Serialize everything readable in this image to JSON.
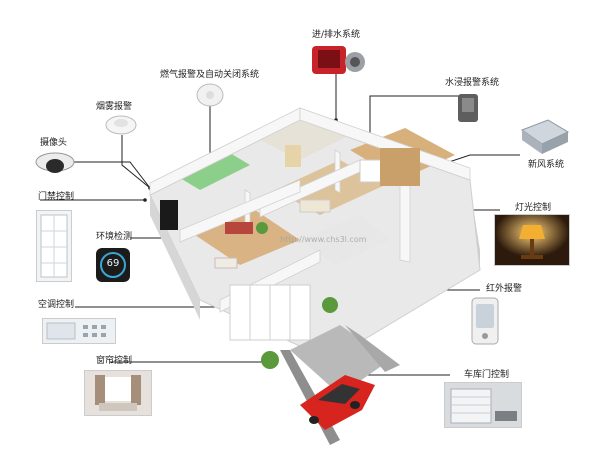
{
  "watermark": "http://www.chs3l.com",
  "labels": {
    "pump": "进/排水系统",
    "gas": "燃气报警及自动关闭系统",
    "smoke": "烟雾报警",
    "water_leak": "水浸报警系统",
    "camera": "摄像头",
    "fresh_air": "新风系统",
    "access": "门禁控制",
    "light": "灯光控制",
    "env": "环境检测",
    "infrared": "红外报警",
    "ac": "空调控制",
    "curtain": "窗帘控制",
    "garage": "车库门控制"
  },
  "thermostat_reading": "69",
  "colors": {
    "line": "#222222",
    "wall": "#f4f4f4",
    "floor_wood": "#d9b383",
    "grass": "#7fbf5a",
    "car": "#d8241f",
    "lamp": "#f3b030"
  }
}
